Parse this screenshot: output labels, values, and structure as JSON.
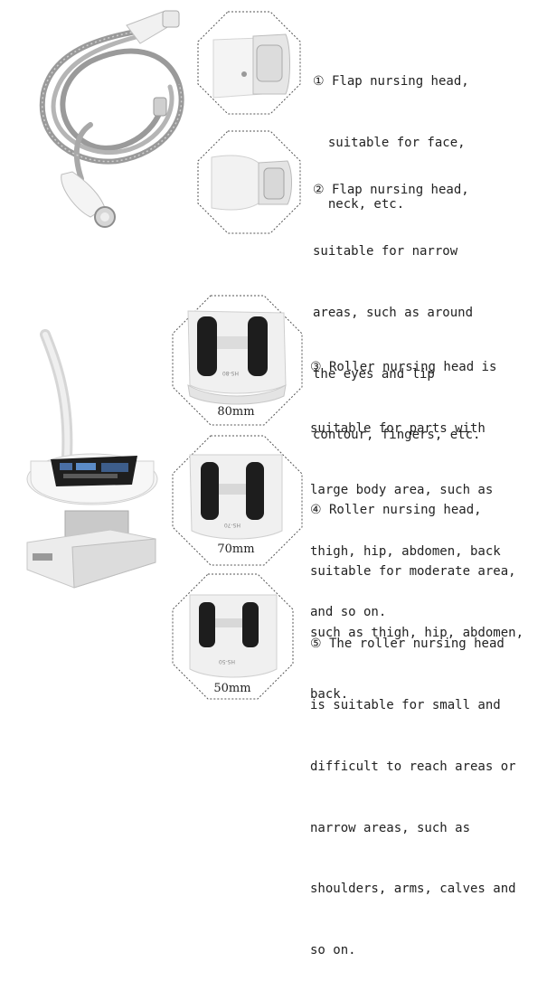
{
  "items": [
    {
      "id": 1,
      "lines": [
        "① Flap nursing head,",
        "  suitable for face,",
        "  neck, etc."
      ]
    },
    {
      "id": 2,
      "lines": [
        "② Flap nursing head,",
        "suitable for narrow",
        "areas, such as around",
        "the eyes and lip",
        "contour, fingers, etc."
      ]
    },
    {
      "id": 3,
      "size": "80mm",
      "lines": [
        "③ Roller nursing head is",
        "suitable for parts with",
        "large body area, such as",
        "thigh, hip, abdomen, back",
        "and so on."
      ]
    },
    {
      "id": 4,
      "size": "70mm",
      "lines": [
        "④ Roller nursing head,",
        "suitable for moderate area,",
        "such as thigh, hip, abdomen,",
        "back."
      ]
    },
    {
      "id": 5,
      "size": "50mm",
      "lines": [
        "⑤ The roller nursing head",
        "is suitable for small and",
        "difficult to reach areas or",
        "narrow areas, such as",
        "shoulders, arms, calves and",
        "so on."
      ]
    }
  ],
  "head_engravings": {
    "h80": "HS-80",
    "h70": "HS-70",
    "h50": "HS-50"
  }
}
